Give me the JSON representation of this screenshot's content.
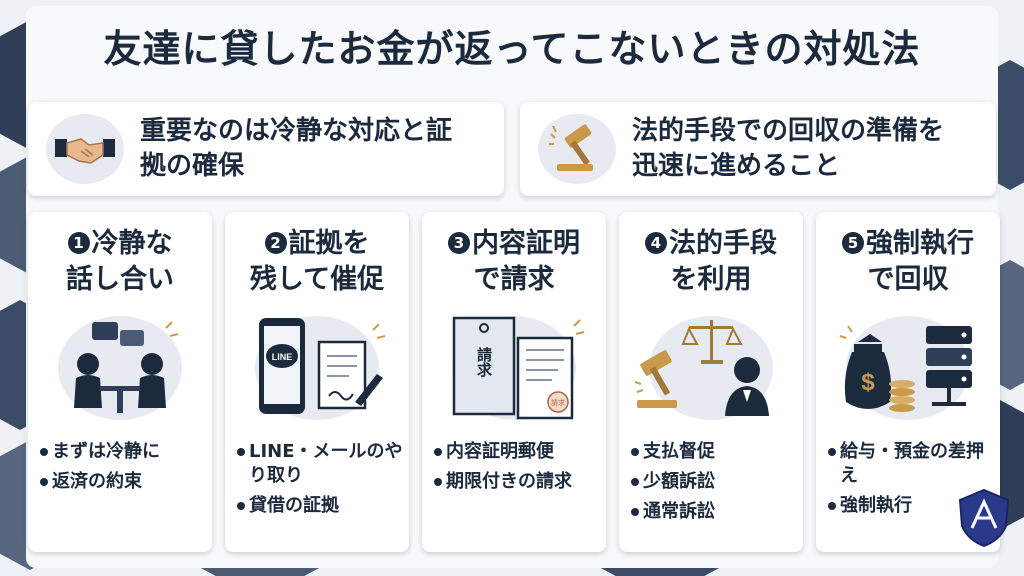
{
  "title": "友達に貸したお金が返ってこないときの対処法",
  "points": [
    {
      "text": "重要なのは冷静な対応と証拠の確保",
      "icon": "handshake-icon"
    },
    {
      "text": "法的手段での回収の準備を迅速に進めること",
      "icon": "gavel-icon"
    }
  ],
  "steps": [
    {
      "num": "1",
      "line1": "冷静な",
      "line2": "話し合い",
      "icon": "meeting-icon",
      "bullets": [
        "まずは冷静に",
        "返済の約束"
      ]
    },
    {
      "num": "2",
      "line1": "証拠を",
      "line2": "残して催促",
      "icon": "phone-document-icon",
      "bullets": [
        "LINE・メールのやり取り",
        "貸借の証拠"
      ],
      "phone_label": "LINE"
    },
    {
      "num": "3",
      "line1": "内容証明",
      "line2": "で請求",
      "icon": "certified-mail-icon",
      "bullets": [
        "内容証明郵便",
        "期限付きの請求"
      ],
      "envelope_label": "請求",
      "stamp_label": "請求"
    },
    {
      "num": "4",
      "line1": "法的手段",
      "line2": "を利用",
      "icon": "scales-lawyer-icon",
      "bullets": [
        "支払督促",
        "少額訴訟",
        "通常訴訟"
      ]
    },
    {
      "num": "5",
      "line1": "強制執行",
      "line2": "で回収",
      "icon": "money-bag-server-icon",
      "bullets": [
        "給与・預金の差押え",
        "強制執行"
      ]
    }
  ],
  "colors": {
    "navy": "#1c2a3e",
    "gold": "#c99a4a",
    "panel": "#ffffff",
    "background": "#eef1f5"
  }
}
